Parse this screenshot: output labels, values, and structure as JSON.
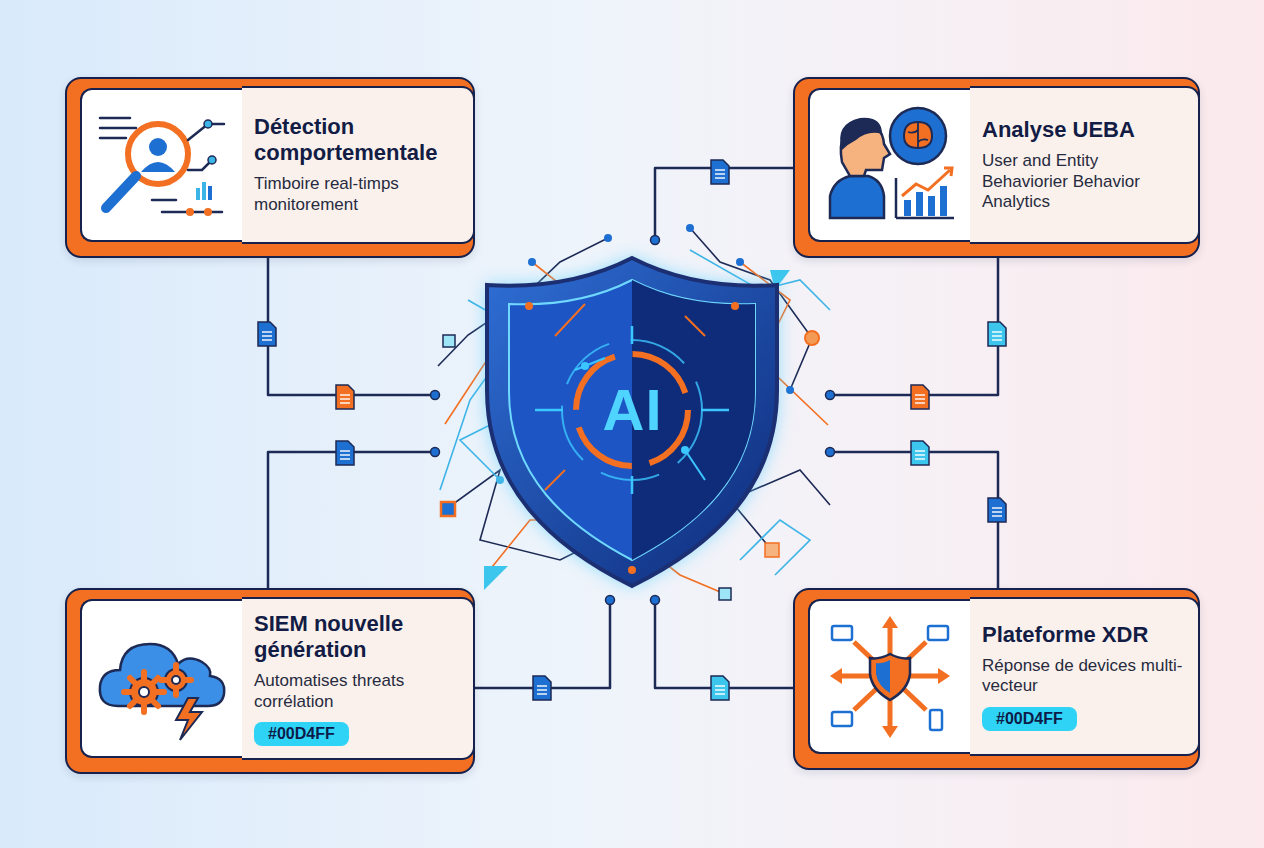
{
  "diagram": {
    "nodes": [
      {
        "text": [
          "Détection comportementale",
          "Timboire real-timps monitorement"
        ]
      },
      {
        "text": [
          "Analyse UEBA",
          "User and Entity Behaviorier Behavior Analytics"
        ]
      },
      {
        "text": [
          "AI"
        ]
      },
      {
        "text": [
          "SIEM nouvelle génération",
          "Automatises threats corrélation",
          "#00D4FF"
        ]
      },
      {
        "text": [
          "Plateforme XDR",
          "Réponse de devices multi-vecteur",
          "#00D4FF"
        ]
      }
    ],
    "edges": [
      {
        "from": 0,
        "to": 2,
        "arrow": "none"
      },
      {
        "from": 1,
        "to": 2,
        "arrow": "none"
      },
      {
        "from": 1,
        "to": 2,
        "arrow": "none"
      },
      {
        "from": 3,
        "to": 2,
        "arrow": "none"
      },
      {
        "from": 3,
        "to": 2,
        "arrow": "none"
      },
      {
        "from": 4,
        "to": 2,
        "arrow": "none"
      },
      {
        "from": 4,
        "to": 2,
        "arrow": "none"
      }
    ]
  }
}
